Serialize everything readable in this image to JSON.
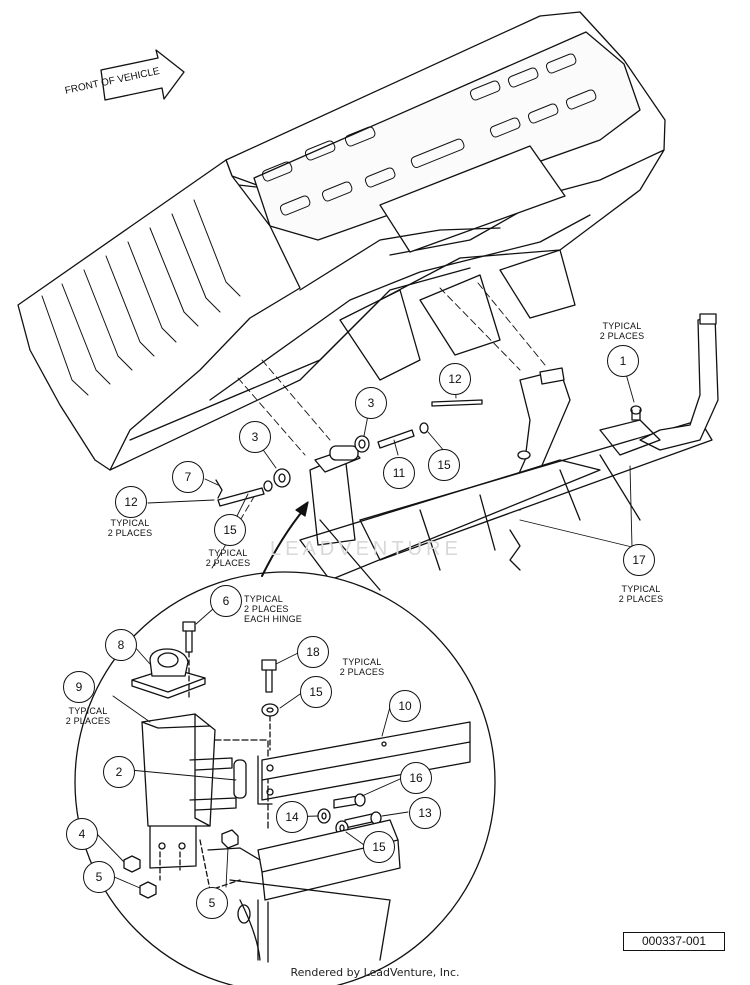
{
  "front_label": "FRONT OF\nVEHICLE",
  "watermark": "LEADVENTURE",
  "drawing_code": "000337-001",
  "footer": "Rendered by LeadVenture, Inc.",
  "notes": {
    "typ2_a": "TYPICAL\n2 PLACES",
    "typ2_b": "TYPICAL\n2 PLACES",
    "typ2_c": "TYPICAL\n2 PLACES",
    "typ2_d": "TYPICAL\n2 PLACES",
    "typ2_e": "TYPICAL\n2 PLACES",
    "typ2_f": "TYPICAL\n2 PLACES",
    "typ_each_hinge": "TYPICAL\n2 PLACES\nEACH HINGE"
  },
  "callouts": [
    "1",
    "2",
    "3",
    "3",
    "4",
    "5",
    "5",
    "6",
    "7",
    "8",
    "9",
    "10",
    "11",
    "12",
    "12",
    "13",
    "14",
    "15",
    "15",
    "15",
    "15",
    "16",
    "17",
    "18"
  ]
}
